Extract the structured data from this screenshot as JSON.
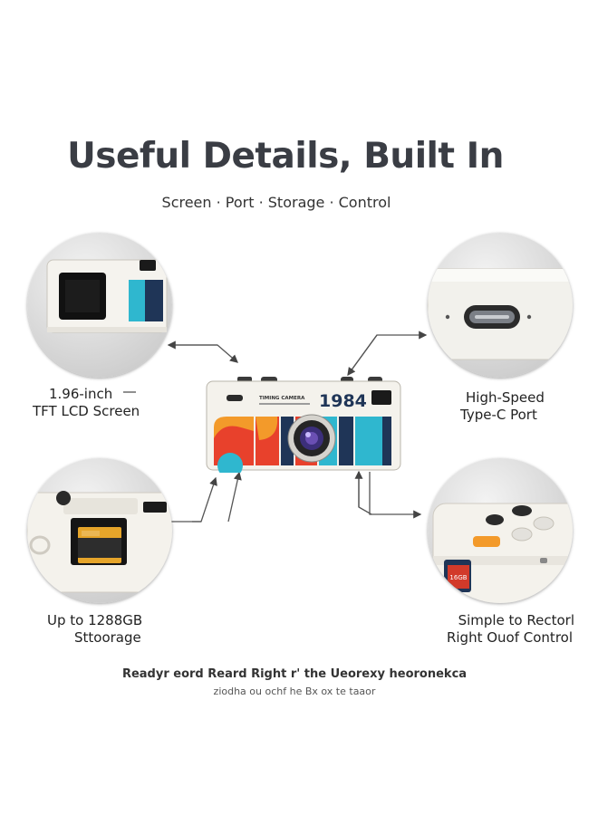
{
  "header": {
    "title": "Useful Details, Built In",
    "subtitle": "Screen · Port · Storage · Control"
  },
  "features": {
    "screen": {
      "line1": "1.96-inch",
      "line2": "TFT LCD Screen",
      "icon": "lcd-screen-closeup"
    },
    "port": {
      "line1": "High-Speed",
      "line2": "Type-C Port",
      "icon": "usb-c-port-closeup"
    },
    "storage": {
      "line1": "Up to 1288GB",
      "line2": "Sttoorage",
      "icon": "sd-card-slot-closeup"
    },
    "control": {
      "line1": "Simple to Rectorl",
      "line2": "Right Ouof Control",
      "icon": "control-buttons-closeup"
    }
  },
  "camera": {
    "brand": "TIMING CAMERA",
    "model": "1984",
    "card_label": "16GB"
  },
  "footer": {
    "line1": "Readyr eord Reard Right r' the Ueorexy heoronekca",
    "line2": "ziodha ou ochf he Bx ox te taaor"
  },
  "colors": {
    "camera_body": "#f4f2ec",
    "stripe_red": "#e8412c",
    "stripe_orange": "#f39a2a",
    "stripe_teal": "#2fb7cf",
    "stripe_navy": "#1f3557",
    "text_dark": "#3a3d44"
  }
}
